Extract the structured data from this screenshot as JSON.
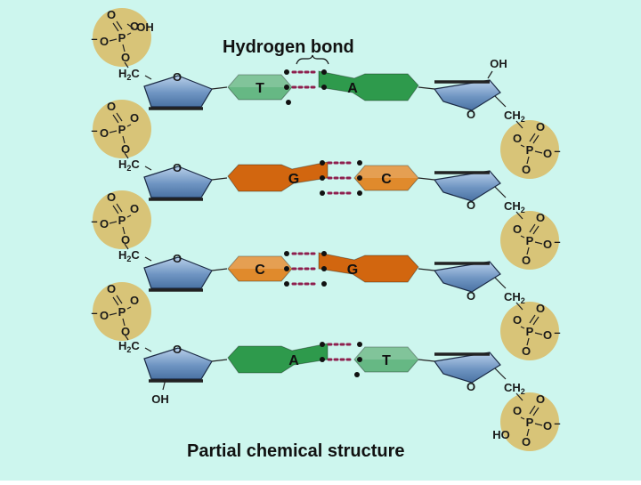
{
  "title": "Hydrogen bond",
  "caption": "Partial chemical structure",
  "atoms": {
    "oxygen": "O",
    "phosphorus": "P",
    "hydroxyl": "OH",
    "hydroxyl_left": "HO",
    "methylene_left_prefix": "H",
    "methylene_right_prefix": "CH",
    "methylene_sub": "2",
    "methylene_left_suffix": "C",
    "charge": "–"
  },
  "base_pairs": [
    {
      "left": "T",
      "right": "A",
      "bonds": 2
    },
    {
      "left": "G",
      "right": "C",
      "bonds": 3
    },
    {
      "left": "C",
      "right": "G",
      "bonds": 3
    },
    {
      "left": "A",
      "right": "T",
      "bonds": 2
    }
  ],
  "colors": {
    "background": "#cdf6ee",
    "phosphate": "#d8c478",
    "sugar": "#6f95c2",
    "thymine_adenine": "#2e9a4c",
    "guanine_cytosine": "#d2660f",
    "cytosine_light": "#e08a2c",
    "thymine_light": "#66b884",
    "hbond": "#8e1f4e"
  }
}
